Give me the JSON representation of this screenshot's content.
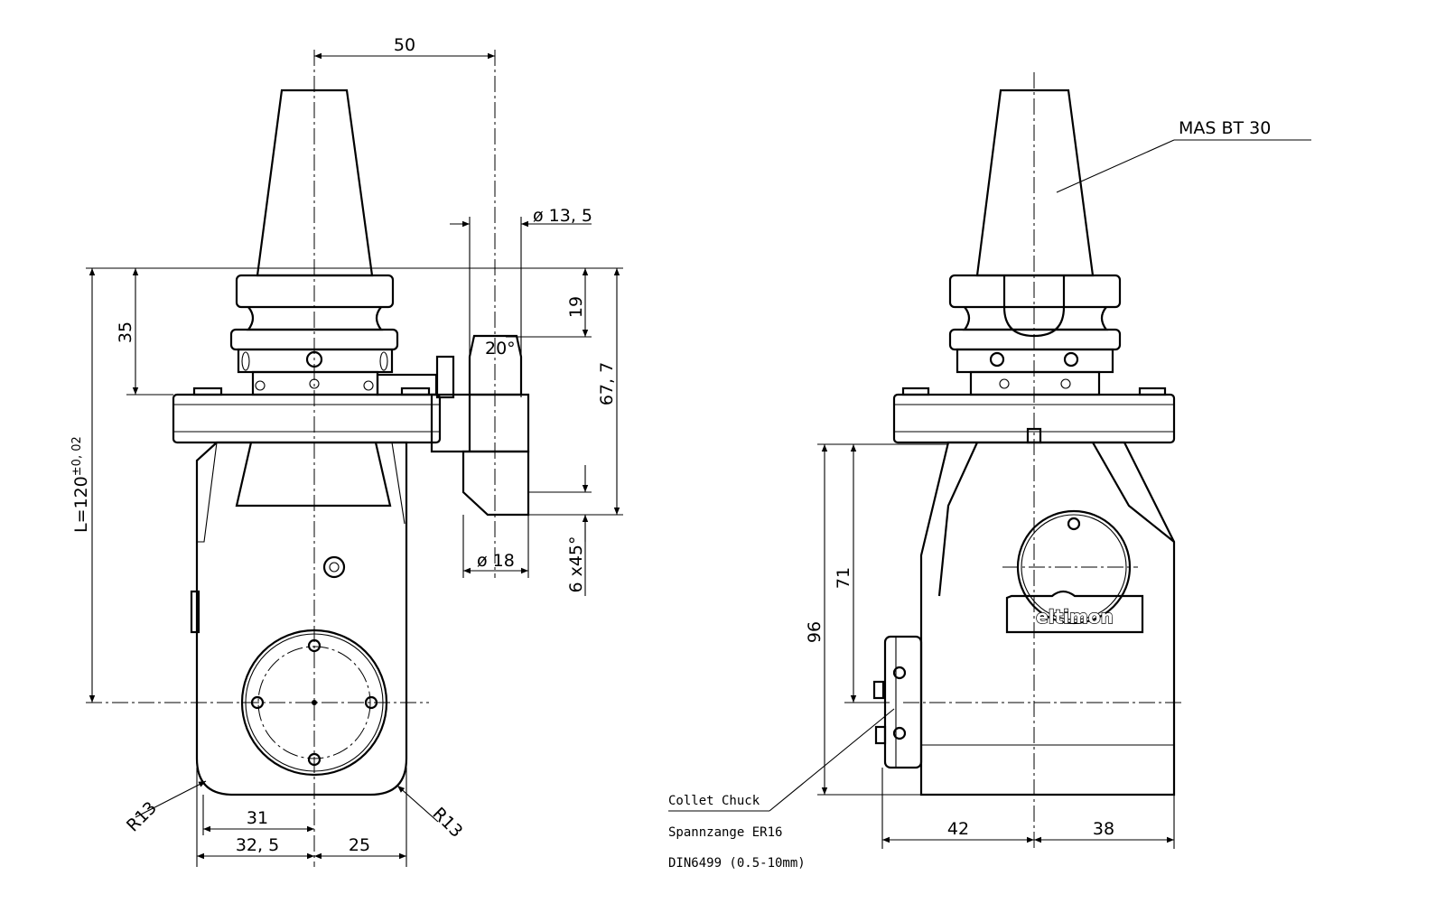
{
  "drawing": {
    "left_view": {
      "dims": {
        "width_50": "50",
        "dia_13_5": "ø 13, 5",
        "angle_20": "20°",
        "h_19": "19",
        "h_35": "35",
        "h_67_7": "67, 7",
        "length": "L=120",
        "length_tol": "±0, 02",
        "dia_18": "ø 18",
        "chamfer": "6  x45°",
        "r13_left": "R13",
        "r13_right": "R13",
        "w_31": "31",
        "w_32_5": "32, 5",
        "w_25": "25"
      }
    },
    "right_view": {
      "taper_label": "MAS BT 30",
      "brand_logo": "eltimon",
      "dims": {
        "h_71": "71",
        "h_96": "96",
        "w_42": "42",
        "w_38": "38"
      },
      "notes": [
        "Collet Chuck",
        "Spannzange ER16",
        "DIN6499 (0.5-10mm)"
      ]
    }
  }
}
